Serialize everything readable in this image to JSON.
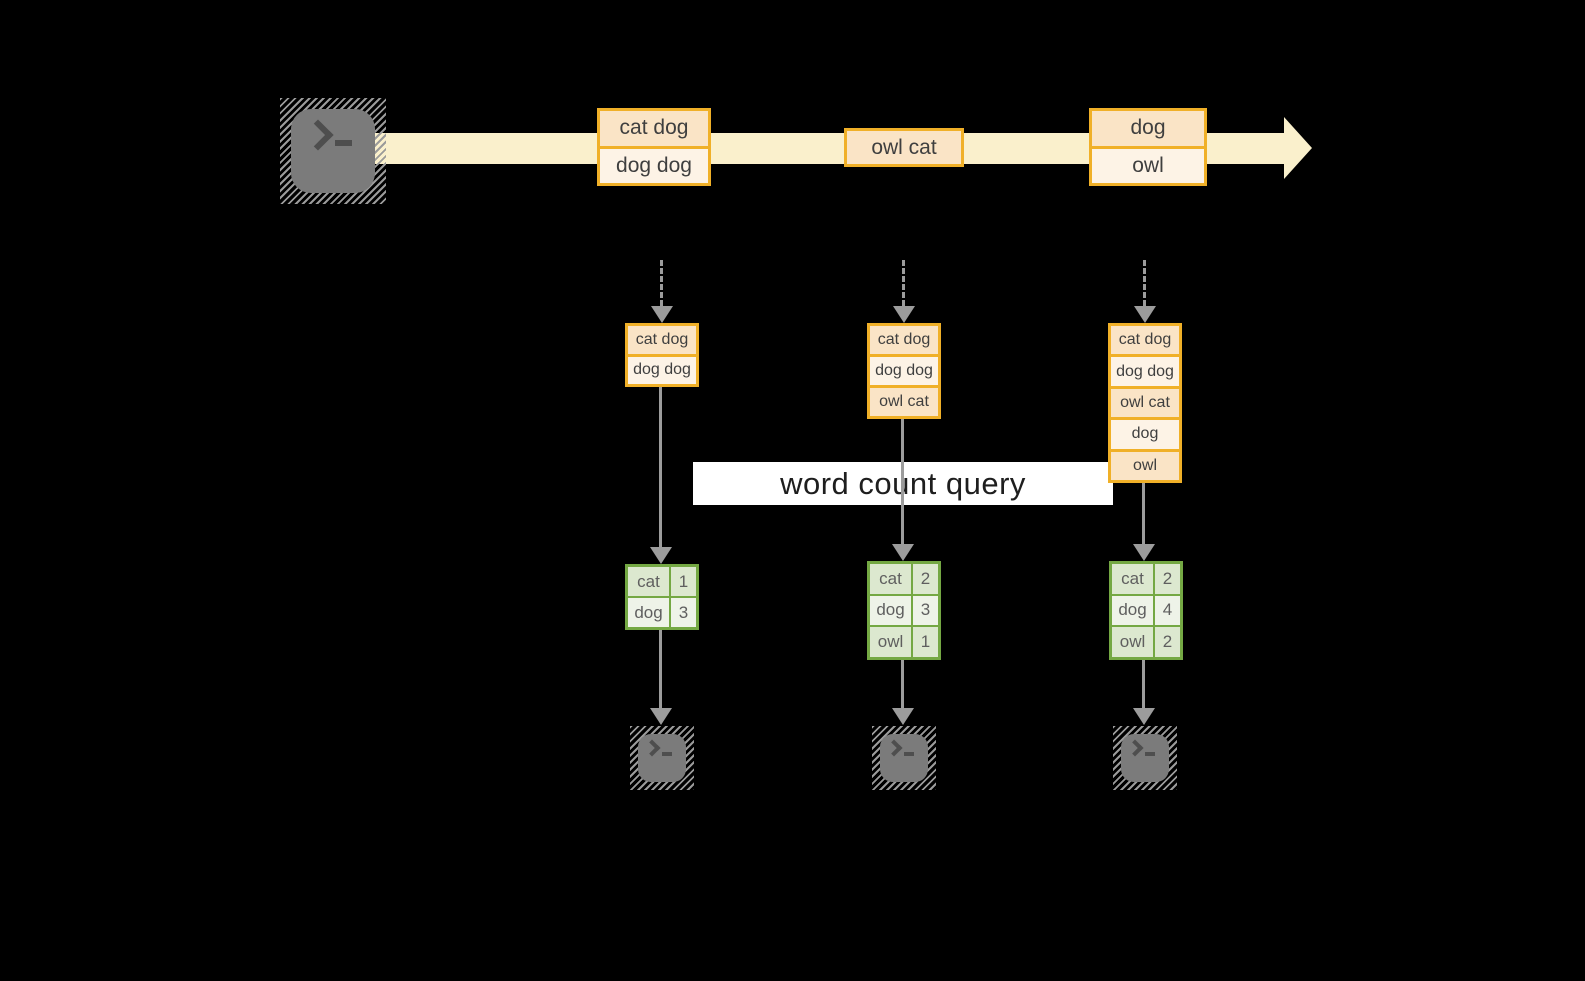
{
  "query_banner": {
    "label": "word count query"
  },
  "stream": {
    "events": [
      {
        "rows": [
          "cat dog",
          "dog dog"
        ]
      },
      {
        "rows": [
          "owl cat"
        ]
      },
      {
        "rows": [
          "dog",
          "owl"
        ]
      }
    ]
  },
  "pipelines": [
    {
      "buffer": [
        "cat dog",
        "dog dog"
      ],
      "counts": [
        {
          "word": "cat",
          "value": "1"
        },
        {
          "word": "dog",
          "value": "3"
        }
      ]
    },
    {
      "buffer": [
        "cat dog",
        "dog dog",
        "owl cat"
      ],
      "counts": [
        {
          "word": "cat",
          "value": "2"
        },
        {
          "word": "dog",
          "value": "3"
        },
        {
          "word": "owl",
          "value": "1"
        }
      ]
    },
    {
      "buffer": [
        "cat dog",
        "dog dog",
        "owl cat",
        "dog",
        "owl"
      ],
      "counts": [
        {
          "word": "cat",
          "value": "2"
        },
        {
          "word": "dog",
          "value": "4"
        },
        {
          "word": "owl",
          "value": "2"
        }
      ]
    }
  ],
  "colors": {
    "background": "#000000",
    "stream_band": "#faf0cc",
    "event_border": "#f0b028",
    "event_fill_dark": "#fae4c6",
    "event_fill_light": "#fdf3e6",
    "table_border": "#74a843",
    "table_fill_dark": "#dce8cf",
    "table_fill_light": "#eef3e8",
    "arrow_gray": "#9c9c9c",
    "terminal_gray": "#7b7b7b",
    "banner_bg": "#ffffff",
    "text_dark": "#3f3f3f",
    "text_table": "#5f5f5f"
  }
}
